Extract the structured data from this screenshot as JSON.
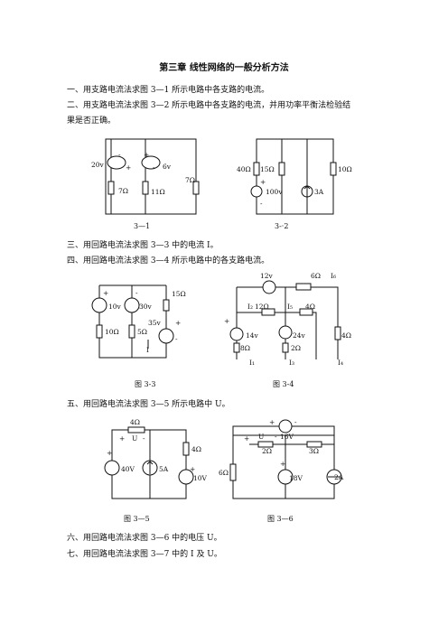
{
  "title": "第三章  线性网络的一般分析方法",
  "q1": "一、用支路电流法求图 3—1 所示电路中各支路的电流。",
  "q2a": "二、用支路电流法求图 3—2 所示电路中各支路的电流，并用功率平衡法检验结",
  "q2b": "果是否正确。",
  "q3": "三、用回路电流法求图 3—3 中的电流 I。",
  "q4": "四、用回路电流法求图 3—4 所示电路中的各支路电流。",
  "q5": "五、用回路电流法求图 3—5 所示电路中 U。",
  "q6": "六、用回路电流法求图 3—6 中的电压 U。",
  "q7": "七、用回路电流法求图 3—7 中的 I 及 U。",
  "captions": {
    "f31": "3—1",
    "f32": "3-·2",
    "f33": "图 3-3",
    "f34": "图  3-4",
    "f35": "图  3—5",
    "f36": "图  3—6"
  },
  "fig31": {
    "v1": "20v",
    "v2": "6v",
    "r1": "7Ω",
    "r2": "11Ω",
    "r3": "7Ω"
  },
  "fig32": {
    "r1": "40Ω",
    "r2": "15Ω",
    "r3": "10Ω",
    "v1": "100v",
    "i1": "3A"
  },
  "fig33": {
    "v1": "10v",
    "v2": "30v",
    "v3": "35v",
    "r1": "15Ω",
    "r2": "10Ω",
    "r3": "5Ω",
    "i": "I"
  },
  "fig34": {
    "v1": "12v",
    "v2": "14v",
    "v3": "24v",
    "r1": "6Ω",
    "r2": "12Ω",
    "r3": "4Ω",
    "r4": "8Ω",
    "r5": "2Ω",
    "r6": "4Ω",
    "i1": "I₁",
    "i2": "I₂",
    "i3": "I₃",
    "i4": "I₄",
    "i5": "I₅",
    "i6": "I₆"
  },
  "fig35": {
    "r1": "4Ω",
    "r2": "4Ω",
    "v1": "40V",
    "i1": "5A",
    "v2": "10V",
    "u": "U"
  },
  "fig36": {
    "v1": "16V",
    "v2": "18V",
    "r1": "2Ω",
    "r2": "3Ω",
    "r3": "6Ω",
    "i1": "2A",
    "u": "U"
  }
}
